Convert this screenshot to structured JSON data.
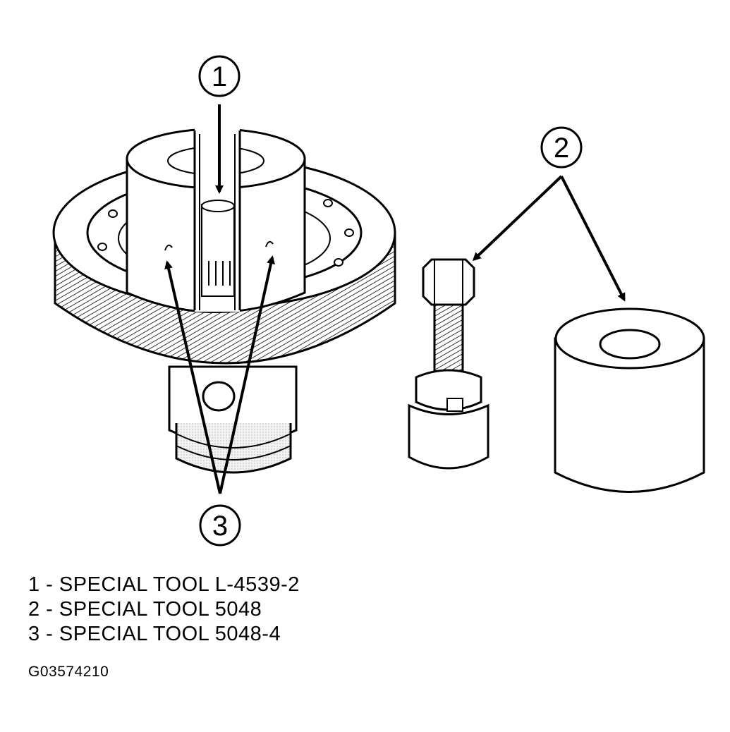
{
  "callouts": [
    {
      "number": "1"
    },
    {
      "number": "2"
    },
    {
      "number": "3"
    }
  ],
  "legend": [
    {
      "text": "1 - SPECIAL TOOL L-4539-2"
    },
    {
      "text": "2 - SPECIAL TOOL 5048"
    },
    {
      "text": "3 - SPECIAL TOOL 5048-4"
    }
  ],
  "figure_code": "G03574210",
  "colors": {
    "ink": "#000000",
    "shade": "#e6e6e6",
    "paper": "#ffffff"
  }
}
